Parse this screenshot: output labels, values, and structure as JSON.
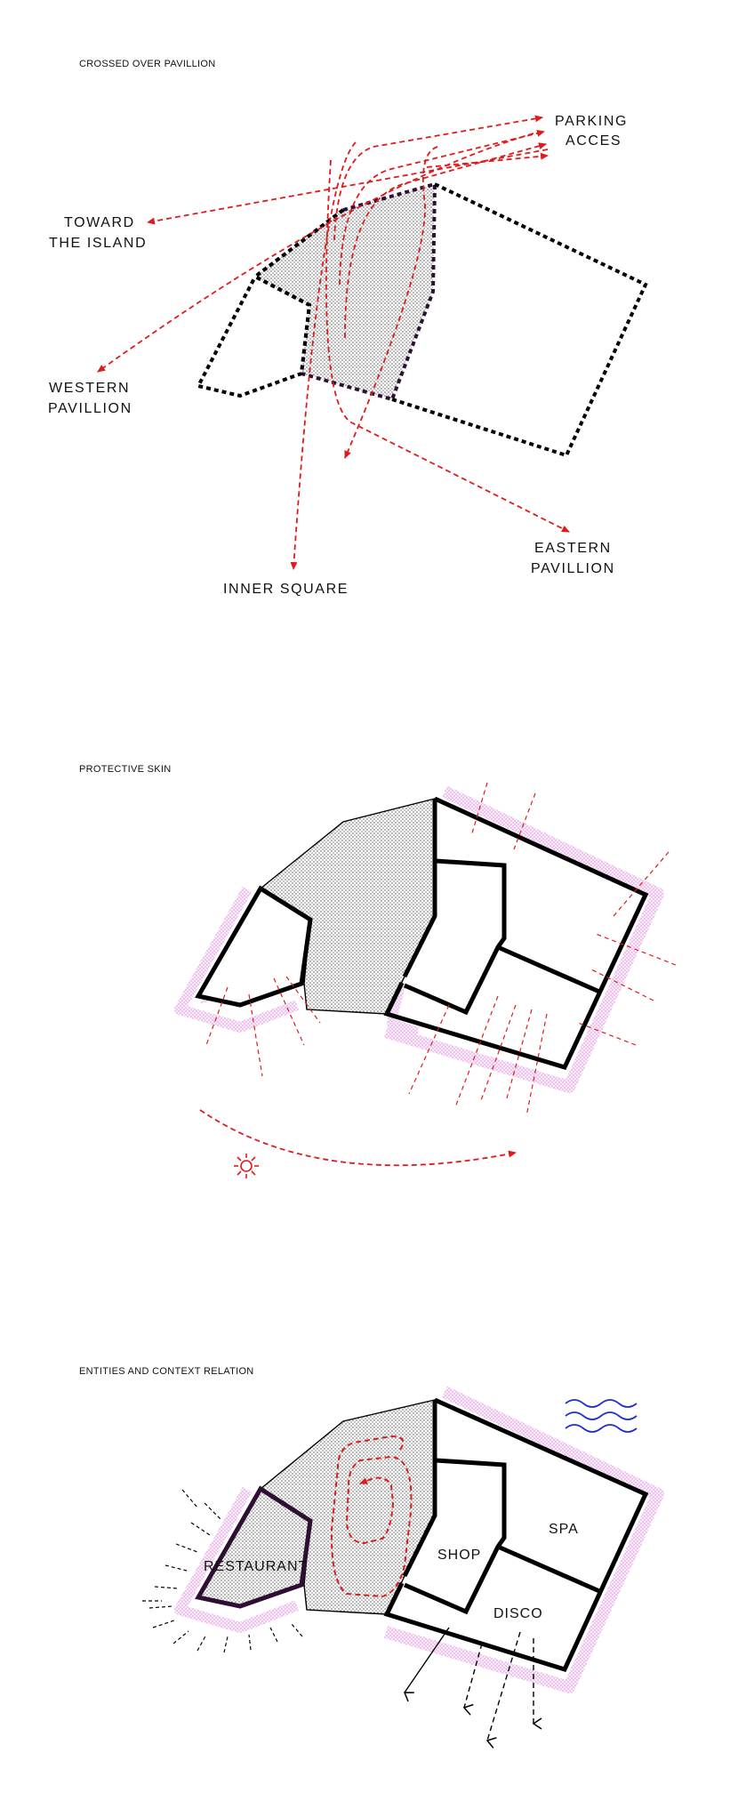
{
  "diagrams": [
    {
      "title": "CROSSED OVER PAVILLION",
      "labels": {
        "parking_line1": "PARKING",
        "parking_line2": "ACCES",
        "toward_line1": "TOWARD",
        "toward_line2": "THE ISLAND",
        "western_line1": "WESTERN",
        "western_line2": "PAVILLION",
        "eastern_line1": "EASTERN",
        "eastern_line2": "PAVILLION",
        "inner_square": "INNER SQUARE"
      }
    },
    {
      "title": "PROTECTIVE SKIN"
    },
    {
      "title": "ENTITIES AND CONTEXT RELATION",
      "labels": {
        "restaurant": "RESTAURANT",
        "shop": "SHOP",
        "spa": "SPA",
        "disco": "DISCO"
      }
    }
  ],
  "colors": {
    "arrow_red": "#e01b1b",
    "outline": "#000000",
    "skin_pink": "#f0b6ee",
    "restaurant_outline": "#2e0f33",
    "water_blue": "#1f2fcf"
  }
}
